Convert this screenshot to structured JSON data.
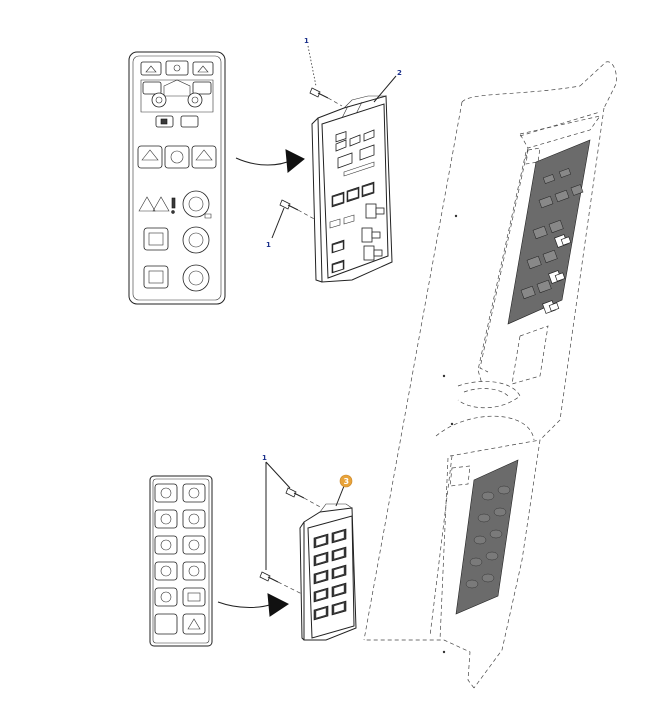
{
  "callouts": {
    "screw_upper": "1",
    "panel_upper": "2",
    "screw_lower_left": "1",
    "screw_lower": "1",
    "panel_lower": "3"
  },
  "colors": {
    "line": "#222222",
    "callout_text": "#1a2f8a",
    "highlight_badge": "#e8a33a",
    "membrane_grey": "#6b6b6b"
  },
  "icons": [
    "arrow-right-icon",
    "screw-icon"
  ]
}
